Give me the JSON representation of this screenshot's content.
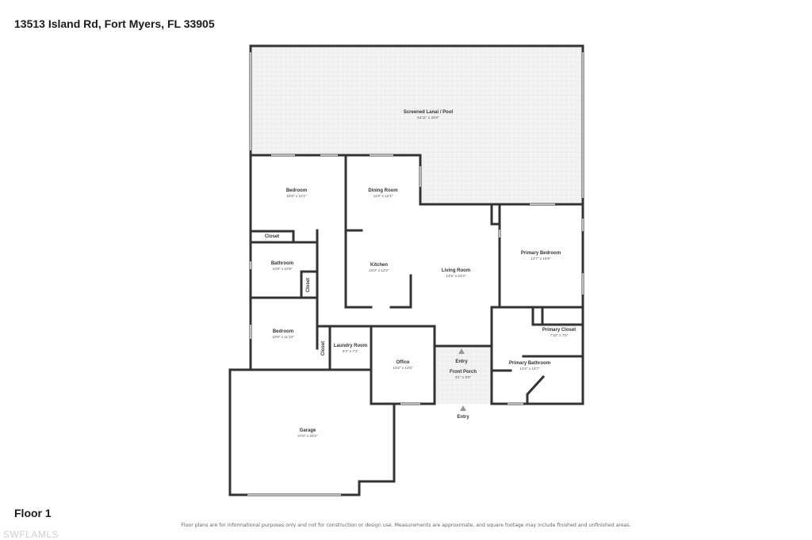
{
  "header": {
    "address": "13513 Island Rd, Fort Myers, FL 33905"
  },
  "floor_label": "Floor 1",
  "disclaimer": "Floor plans are for informational purposes only and not for construction or design use. Measurements are approximate, and square footage may include finished and unfinished areas.",
  "watermark": "SWFLAMLS",
  "rooms": {
    "lanai": {
      "name": "Screened Lanai / Pool",
      "dims": "54'11\" x 26'0\""
    },
    "bedroom1": {
      "name": "Bedroom",
      "dims": "15'6\" x 12'1\""
    },
    "dining": {
      "name": "Dining Room",
      "dims": "11'8\" x 12'1\""
    },
    "closet1": {
      "name": "Closet"
    },
    "bathroom": {
      "name": "Bathroom",
      "dims": "10'9\" x 10'9\""
    },
    "closet2": {
      "name": "Closet"
    },
    "kitchen": {
      "name": "Kitchen",
      "dims": "10'3\" x 12'2\""
    },
    "living": {
      "name": "Living Room",
      "dims": "14'5\" x 23'4\""
    },
    "primary_bedroom": {
      "name": "Primary Bedroom",
      "dims": "14'7\" x 16'9\""
    },
    "bedroom2": {
      "name": "Bedroom",
      "dims": "10'9\" x 11'10\""
    },
    "closet3": {
      "name": "Closet"
    },
    "laundry": {
      "name": "Laundry Room",
      "dims": "6'4\" x 7'1\""
    },
    "office": {
      "name": "Office",
      "dims": "10'2\" x 12'5\""
    },
    "porch": {
      "name": "Front Porch",
      "dims": "9'1\" x 9'0\""
    },
    "primary_closet": {
      "name": "Primary Closet",
      "dims": "7'10\" x 7'5\""
    },
    "primary_bath": {
      "name": "Primary Bathroom",
      "dims": "14'6\" x 15'7\""
    },
    "garage": {
      "name": "Garage",
      "dims": "27'0\" x 20'2\""
    }
  },
  "entries": {
    "inner": "Entry",
    "outer": "Entry"
  },
  "colors": {
    "wall": "#333333",
    "lanai_fill": "#f4f4f4",
    "floor_fill": "#ffffff"
  }
}
